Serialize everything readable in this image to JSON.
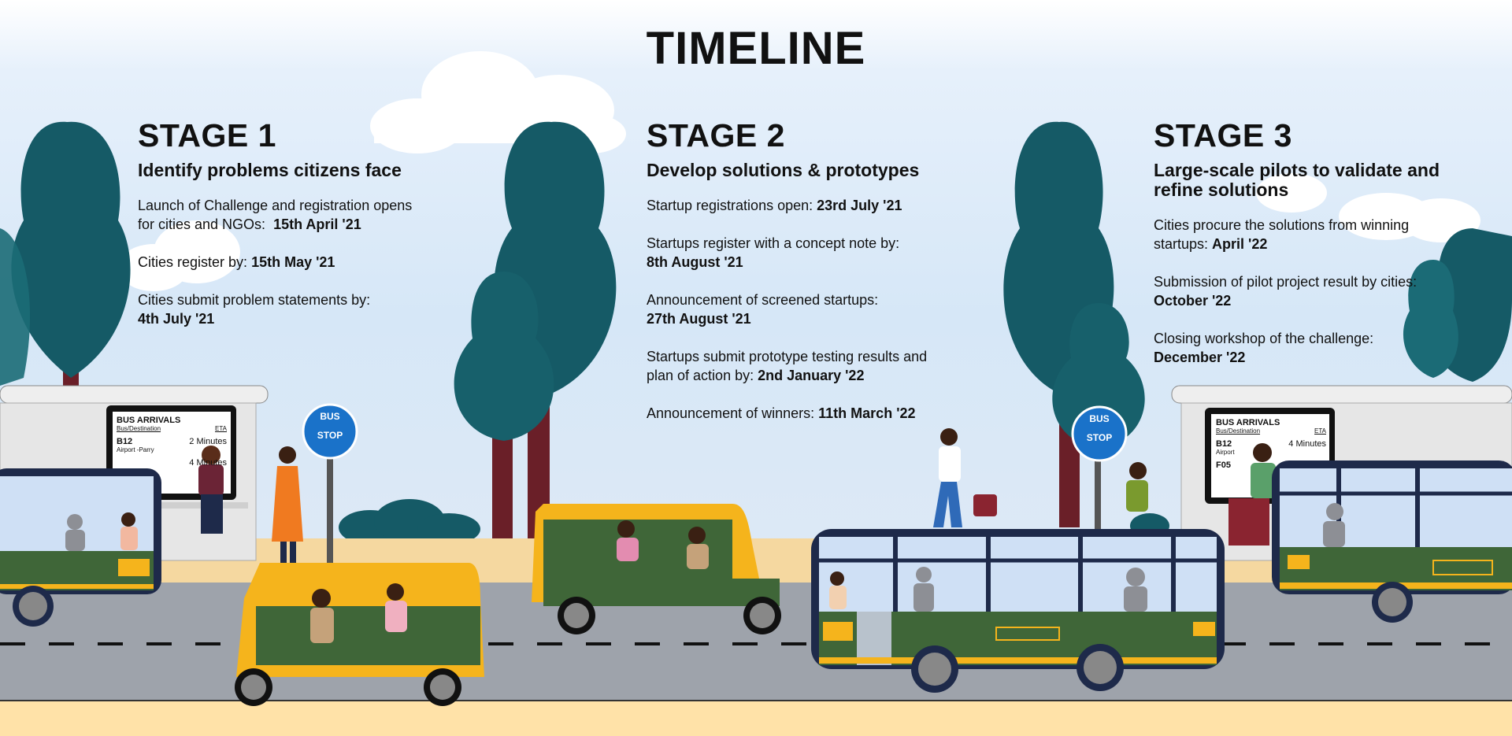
{
  "title": "TIMELINE",
  "stages": [
    {
      "heading": "STAGE 1",
      "subtitle": "Identify problems citizens face",
      "items": [
        {
          "text": "Launch of Challenge and registration opens for cities and NGOs:",
          "date": "15th April '21"
        },
        {
          "text": "Cities register by:",
          "date": "15th May '21"
        },
        {
          "text": "Cities submit problem statements by:",
          "date": "4th July '21"
        }
      ]
    },
    {
      "heading": "STAGE 2",
      "subtitle": "Develop solutions & prototypes",
      "items": [
        {
          "text": "Startup registrations open:",
          "date": "23rd July '21"
        },
        {
          "text": "Startups register with a concept note by:",
          "date": "8th August '21"
        },
        {
          "text": "Announcement of screened startups:",
          "date": "27th August '21"
        },
        {
          "text": "Startups submit prototype testing results and plan of action by:",
          "date": "2nd January '22"
        },
        {
          "text": "Announcement of winners:",
          "date": "11th March '22"
        }
      ]
    },
    {
      "heading": "STAGE 3",
      "subtitle": "Large-scale pilots to validate and refine solutions",
      "items": [
        {
          "text": "Cities procure the solutions from winning startups:",
          "date": "April '22"
        },
        {
          "text": "Submission of pilot project result by cities:",
          "date": "October '22"
        },
        {
          "text": "Closing workshop of the challenge:",
          "date": "December '22"
        }
      ]
    }
  ],
  "bus_stop_sign": {
    "line1": "BUS",
    "line2": "STOP"
  },
  "arrival_board_left": {
    "title": "BUS ARRIVALS",
    "col1": "Bus/Destination",
    "col2": "ETA",
    "route": "B12",
    "destination": "Airport -Parry",
    "eta1": "2 Minutes",
    "eta2": "4 Minutes"
  },
  "arrival_board_right": {
    "title": "BUS ARRIVALS",
    "col1": "Bus/Destination",
    "col2": "ETA",
    "route": "B12",
    "destination": "Airport",
    "eta1": "4 Minutes",
    "route2": "F05"
  },
  "colors": {
    "tree": "#155a66",
    "trunk": "#6a1f28",
    "bus_green": "#3f6638",
    "auto_yellow": "#f5b41c",
    "road": "#9ea3ab",
    "pavement": "#f5d8a0",
    "sign_blue": "#1a72c9"
  }
}
